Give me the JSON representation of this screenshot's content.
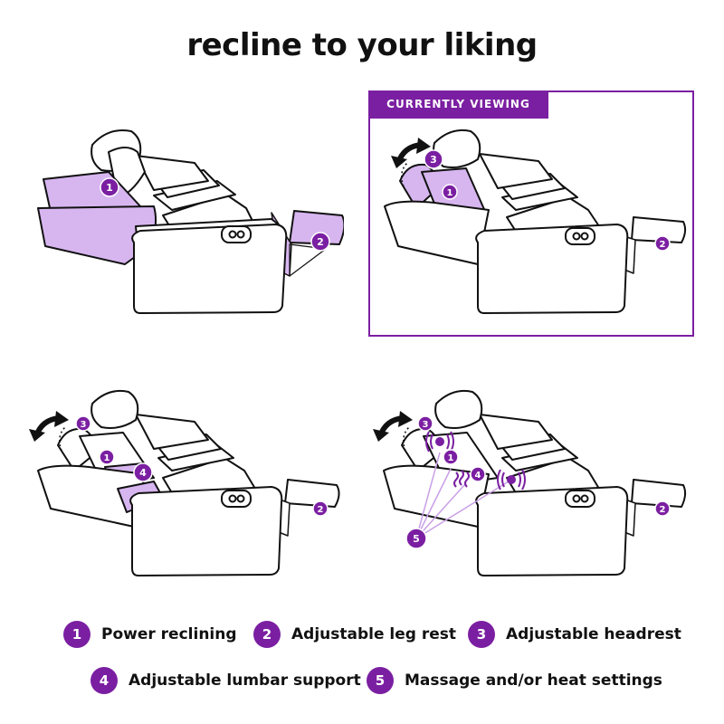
{
  "title": "recline to your liking",
  "currently_viewing_label": "CURRENTLY VIEWING",
  "colors": {
    "accent": "#7b1fa2",
    "highlight": "#d7b6f0",
    "line": "#111111"
  },
  "legend": [
    {
      "num": "1",
      "label": "Power reclining"
    },
    {
      "num": "2",
      "label": "Adjustable leg rest"
    },
    {
      "num": "3",
      "label": "Adjustable headrest"
    },
    {
      "num": "4",
      "label": "Adjustable lumbar support"
    },
    {
      "num": "5",
      "label": "Massage and/or heat settings"
    }
  ],
  "panels": [
    {
      "badges": [
        "1",
        "2"
      ]
    },
    {
      "badges": [
        "3",
        "1",
        "2"
      ]
    },
    {
      "badges": [
        "3",
        "1",
        "4",
        "2"
      ]
    },
    {
      "badges": [
        "3",
        "1",
        "4",
        "5",
        "2"
      ]
    }
  ]
}
